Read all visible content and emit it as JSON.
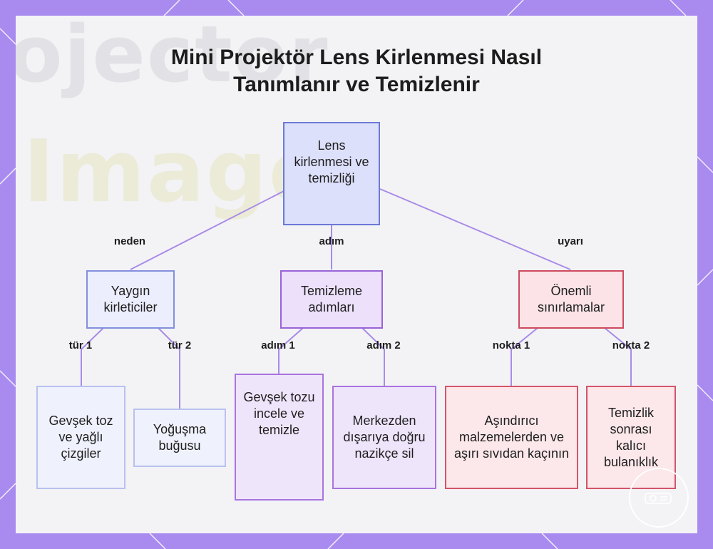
{
  "title": {
    "line1": "Mini Projektör Lens Kirlenmesi Nasıl",
    "line2": "Tanımlanır ve Temizlenir"
  },
  "background_text": {
    "line1": "ojector",
    "line2": "Image"
  },
  "nodes": {
    "root": "Lens kirlenmesi ve temizliği",
    "contaminants": "Yaygın kirleticiler",
    "steps": "Temizleme adımları",
    "limits": "Önemli sınırlamalar",
    "dust_oil": "Gevşek toz ve yağlı çizgiler",
    "fog": "Yoğuşma buğusu",
    "inspect": "Gevşek tozu incele ve temizle",
    "wipe": "Merkezden dışarıya doğru nazikçe sil",
    "avoid": "Aşındırıcı malzemelerden ve aşırı sıvıdan kaçının",
    "haze": "Temizlik sonrası kalıcı bulanıklık"
  },
  "edges": {
    "neden": "neden",
    "adim": "adım",
    "uyari": "uyarı",
    "tur1": "tür 1",
    "tur2": "tür 2",
    "adim1": "adım 1",
    "adim2": "adım 2",
    "nokta1": "nokta 1",
    "nokta2": "nokta 2"
  },
  "colors": {
    "frame": "#a98bf0",
    "edge": "#a88be6",
    "blue_border": "#6b79d6",
    "purple_border": "#9a63d9",
    "red_border": "#cf4a5e"
  },
  "icons": [
    "projector-logo-icon"
  ]
}
